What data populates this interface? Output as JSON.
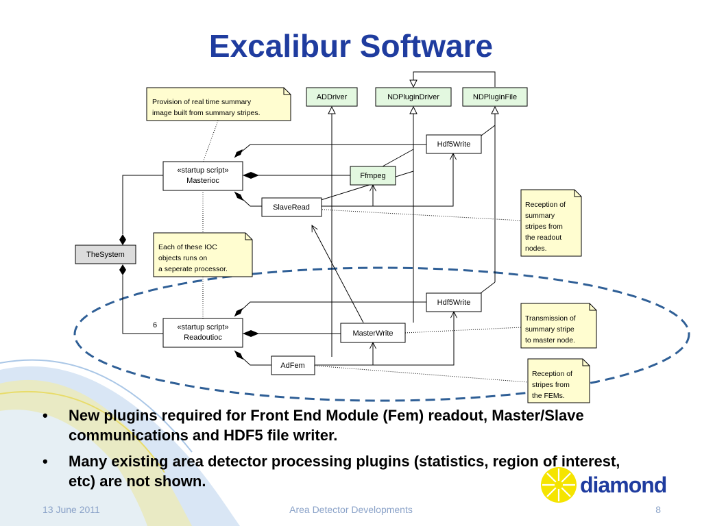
{
  "slide": {
    "title": "Excalibur Software",
    "bullets": [
      "New plugins required for Front End Module (Fem) readout, Master/Slave communications and HDF5 file writer.",
      "Many existing area detector processing plugins (statistics, region of interest, etc) are not shown."
    ],
    "bullet_symbol": "•",
    "footer": {
      "date": "13 June 2011",
      "center": "Area Detector Developments",
      "page": "8"
    },
    "logo_text": "diamond",
    "colors": {
      "title": "#1f3c9f",
      "plugin_fill": "#e3f8e0",
      "note_fill": "#fffdd0",
      "system_fill": "#dcdcdc",
      "ellipse": "#2f5f96",
      "footer": "#8aa2c8"
    }
  },
  "diagram": {
    "classes": {
      "addriver": "ADDriver",
      "ndplugindriver": "NDPluginDriver",
      "ndpluginfile": "NDPluginFile",
      "hdf5write_top": "Hdf5Write",
      "masterioc_stereotype": "«startup script»",
      "masterioc_name": "Masterioc",
      "ffmpeg": "Ffmpeg",
      "slaveread": "SlaveRead",
      "thesystem": "TheSystem",
      "hdf5write_bottom": "Hdf5Write",
      "readoutioc_stereotype": "«startup script»",
      "readoutioc_name": "Readoutioc",
      "masterwrite": "MasterWrite",
      "adfem": "AdFem"
    },
    "multiplicity": "6",
    "notes": {
      "summary_image": [
        "Provision of real time summary",
        "image built from summary stripes."
      ],
      "ioc_processor": [
        "Each of these IOC",
        "objects runs on",
        "a seperate processor."
      ],
      "reception_summary": [
        "Reception of",
        "summary",
        "stripes from",
        "the readout",
        "nodes."
      ],
      "transmission": [
        "Transmission of",
        "summary stripe",
        "to master node."
      ],
      "reception_fems": [
        "Reception of",
        "stripes from",
        "the FEMs."
      ]
    }
  }
}
